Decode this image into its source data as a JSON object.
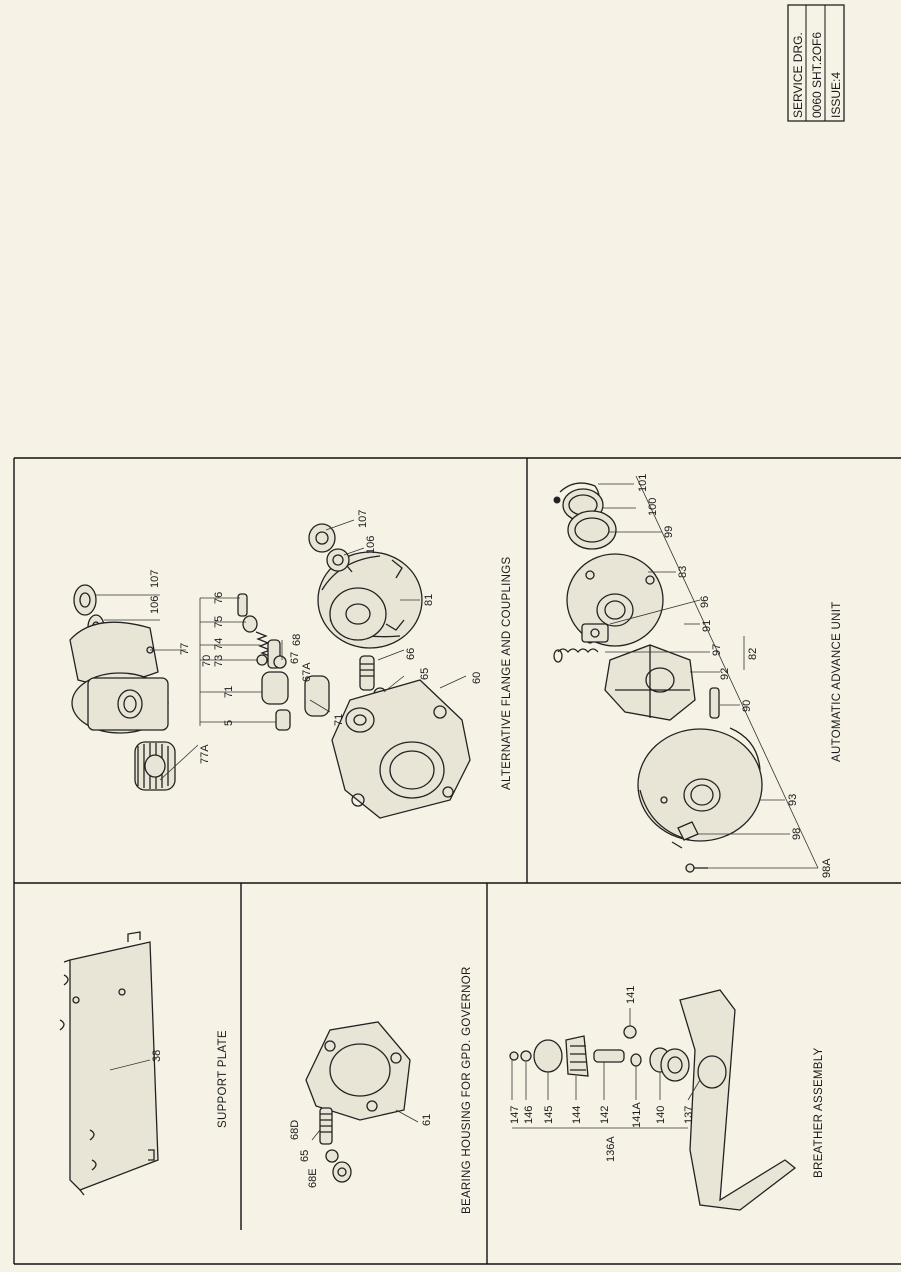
{
  "stamp": {
    "line1": "SERVICE DRG.",
    "line2": "0060 SHT.2OF6",
    "line3": "ISSUE:4"
  },
  "sections": {
    "flange_couplings": {
      "title": "ALTERNATIVE FLANGE AND COUPLINGS",
      "labels": [
        "107",
        "106",
        "77",
        "77A",
        "76",
        "75",
        "74",
        "73",
        "70",
        "71",
        "5",
        "68",
        "67",
        "67A",
        "71",
        "66",
        "65",
        "60",
        "81",
        "107",
        "106"
      ]
    },
    "advance_unit": {
      "title": "AUTOMATIC ADVANCE UNIT",
      "labels": [
        "101",
        "100",
        "99",
        "83",
        "96",
        "91",
        "97",
        "92",
        "82",
        "90",
        "93",
        "98",
        "98A"
      ]
    },
    "support_plate": {
      "title": "SUPPORT  PLATE",
      "labels": [
        "38"
      ]
    },
    "bearing_housing": {
      "title": "BEARING HOUSING FOR GPD. GOVERNOR",
      "labels": [
        "68D",
        "65",
        "68E",
        "61"
      ]
    },
    "breather": {
      "title": "BREATHER  ASSEMBLY",
      "labels": [
        "147",
        "146",
        "145",
        "144",
        "142",
        "141A",
        "140",
        "137",
        "136A",
        "141"
      ]
    }
  },
  "colors": {
    "paper": "#f6f3e6",
    "ink": "#1a1a1a"
  }
}
